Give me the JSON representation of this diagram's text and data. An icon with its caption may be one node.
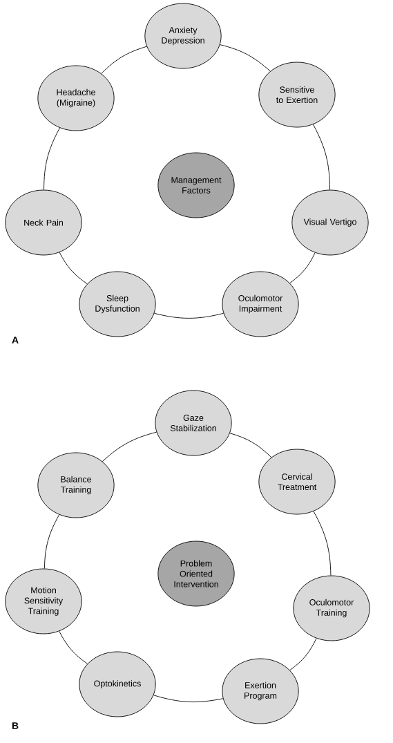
{
  "diagram": {
    "nodes": [
      {
        "text": [
          "Anxiety Depression"
        ]
      },
      {
        "text": [
          "Sensitive to Exertion"
        ]
      },
      {
        "text": [
          "Visual Vertigo"
        ]
      },
      {
        "text": [
          "Oculomotor Impairment"
        ]
      },
      {
        "text": [
          "Sleep Dysfunction"
        ]
      },
      {
        "text": [
          "Neck Pain"
        ]
      },
      {
        "text": [
          "Headache (Migraine)"
        ]
      },
      {
        "text": [
          "Management Factors"
        ]
      },
      {
        "text": [
          "Gaze Stabilization"
        ]
      },
      {
        "text": [
          "Cervical Treatment"
        ]
      },
      {
        "text": [
          "Oculomotor Training"
        ]
      },
      {
        "text": [
          "Exertion Program"
        ]
      },
      {
        "text": [
          "Optokinetics"
        ]
      },
      {
        "text": [
          "Motion Sensitivity Training"
        ]
      },
      {
        "text": [
          "Balance Training"
        ]
      },
      {
        "text": [
          "Problem Oriented Intervention"
        ]
      }
    ],
    "edges": [
      {
        "from": 0,
        "to": 1,
        "arrow": "none"
      },
      {
        "from": 1,
        "to": 2,
        "arrow": "none"
      },
      {
        "from": 2,
        "to": 3,
        "arrow": "none"
      },
      {
        "from": 3,
        "to": 4,
        "arrow": "none"
      },
      {
        "from": 4,
        "to": 5,
        "arrow": "none"
      },
      {
        "from": 5,
        "to": 6,
        "arrow": "none"
      },
      {
        "from": 6,
        "to": 0,
        "arrow": "none"
      },
      {
        "from": 8,
        "to": 9,
        "arrow": "none"
      },
      {
        "from": 9,
        "to": 10,
        "arrow": "none"
      },
      {
        "from": 10,
        "to": 11,
        "arrow": "none"
      },
      {
        "from": 11,
        "to": 12,
        "arrow": "none"
      },
      {
        "from": 12,
        "to": 13,
        "arrow": "none"
      },
      {
        "from": 13,
        "to": 14,
        "arrow": "none"
      },
      {
        "from": 14,
        "to": 8,
        "arrow": "none"
      }
    ],
    "labels": [
      "A",
      "B"
    ]
  }
}
